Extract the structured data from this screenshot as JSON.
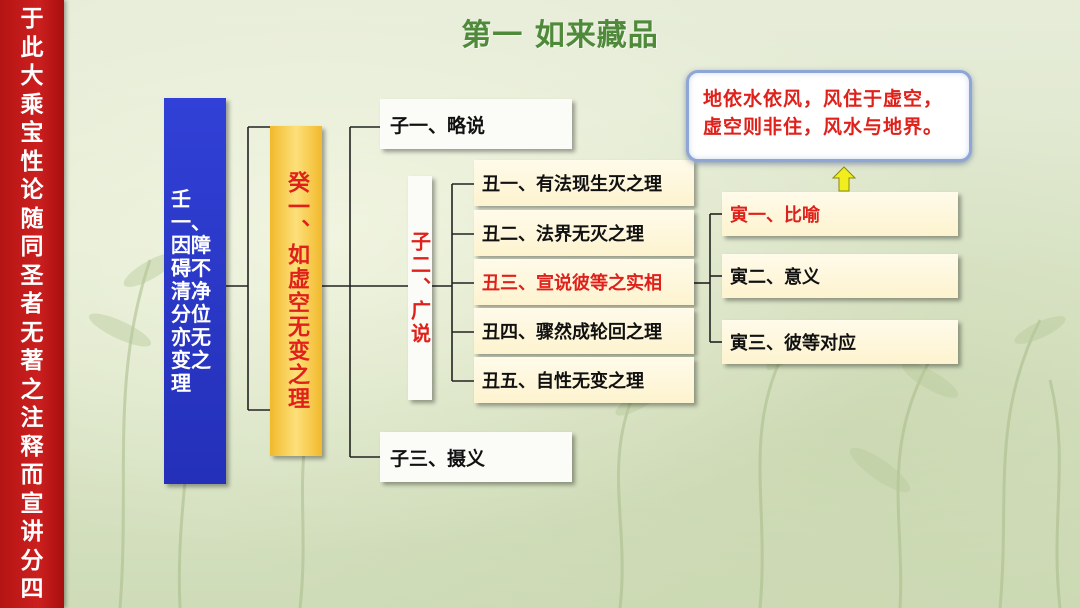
{
  "sidebar": {
    "chars": [
      "于",
      "此",
      "大",
      "乘",
      "宝",
      "性",
      "论",
      "随",
      "同",
      "圣",
      "者",
      "无",
      "著",
      "之",
      "注",
      "释",
      "而",
      "宣",
      "讲",
      "分",
      "四"
    ]
  },
  "title": "第一  如来藏品",
  "nodes": {
    "ren": "壬一、因障碍不清净分位亦无变之理",
    "gui": "癸一、如虚空无变之理",
    "zi1": "子一、略说",
    "zi2": "子二、广说",
    "zi3": "子三、摄义",
    "chou": [
      {
        "label": "丑一、有法现生灭之理",
        "highlight": false
      },
      {
        "label": "丑二、法界无灭之理",
        "highlight": false
      },
      {
        "label": "丑三、宣说彼等之实相",
        "highlight": true
      },
      {
        "label": "丑四、骤然成轮回之理",
        "highlight": false
      },
      {
        "label": "丑五、自性无变之理",
        "highlight": false
      }
    ],
    "yin": [
      {
        "label": "寅一、比喻",
        "highlight": true
      },
      {
        "label": "寅二、意义",
        "highlight": false
      },
      {
        "label": "寅三、彼等对应",
        "highlight": false
      }
    ]
  },
  "callout": {
    "line1": "地依水依风，风住于虚空，",
    "line2": "虚空则非住，风水与地界。"
  },
  "colors": {
    "sidebar": "#cc1f1f",
    "title": "#4f8a3a",
    "root": "#2a33c4",
    "highlight": "#e0201a",
    "gold": "#f4c23a"
  }
}
